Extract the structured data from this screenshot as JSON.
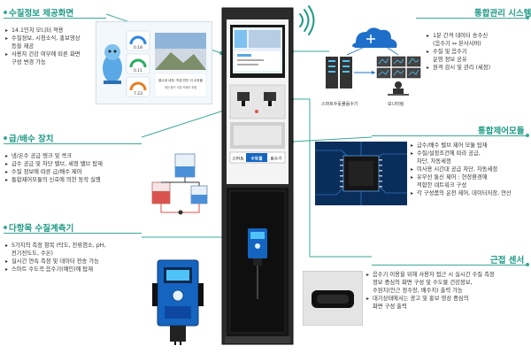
{
  "monitor_section": {
    "title": "수질정보 제공화면",
    "items": [
      [
        "14.1인치 모니터 적용"
      ],
      [
        "수질정보, 시청소식, 홍보영상",
        "등을 제공"
      ],
      [
        "사용자 건강 여부에 따른 화면",
        "구성 변경 가능"
      ]
    ]
  },
  "supply_section": {
    "title": "급/배수 장치",
    "items": [
      [
        "냉/온수 공급 탱크 및 콕크"
      ],
      [
        "급수 공급 및 차단 밸브, 세정 밸브 탑재"
      ],
      [
        "수질 정보에 따른 급/배수 제어"
      ],
      [
        "통합제어모듈의 신호에 의한 동작 실행"
      ]
    ]
  },
  "sensor_section": {
    "title": "다항목 수질계측기",
    "items": [
      [
        "5가지의 측정 항목 (탁도, 잔류염소, pH,",
        "전기전도도, 수온)"
      ],
      [
        "실시간 연속 측정 및 데이터 전송 가능"
      ],
      [
        "스마트 수도꼭 음수기(예인)에 탑재"
      ]
    ]
  },
  "integrated_section": {
    "title": "통합관리 시스템",
    "items": [
      [
        "1분 간격 데이터 송수신",
        "(음수기 ↔ 본사서버)"
      ],
      [
        "수질 및 음수기",
        "운영 정보 공유"
      ],
      [
        "원격 감시 및 관리 (세정)"
      ]
    ],
    "server_label": "스마트수돗물음수기",
    "monitoring_label": "모니터링"
  },
  "control_section": {
    "title": "통합제어모듈",
    "items": [
      [
        "급수/배수 밸브 제어 모듈 탑재"
      ],
      [
        "수질/설정조건에 따라 공급,",
        "차단, 자동세정"
      ],
      [
        "미사용 시간대 공급 차단,  자동세정"
      ],
      [
        "유무선 통신 제어 : 현장환경에",
        "적합한 네트워크 구성"
      ],
      [
        "각 구성품의 운전 제어, 데이터저장, 연산"
      ]
    ]
  },
  "proximity_section": {
    "title": "근접 센서",
    "items": [
      [
        "음수기 이용을 위해 사용자 접근 시 실시간 수질 측정",
        "정보 중심의 화면 구성 및 수도물 건강정보,",
        "수원지(인근 정수장, 배수지) 출력 가능"
      ],
      [
        "대기상태에서는 광고 및 홍보 영상 중심의",
        "화면 구성 출력"
      ]
    ]
  },
  "kiosk": {
    "badge_prefix": "스마트",
    "badge_highlight": "수돗물",
    "badge_suffix": "음수기"
  },
  "screen_preview": {
    "metric_values": [
      "0.18",
      "0.11",
      "7.23"
    ],
    "notice_text": "음수대 내부, 직접 만든 이 수돗물",
    "sub_text": "대전 중구 식당·카페의 조합"
  },
  "colors": {
    "title_teal": "#1f9a86",
    "line_teal": "#3aa898",
    "kiosk_dark": "#2b2b2b",
    "kiosk_blue": "#1565c0"
  }
}
